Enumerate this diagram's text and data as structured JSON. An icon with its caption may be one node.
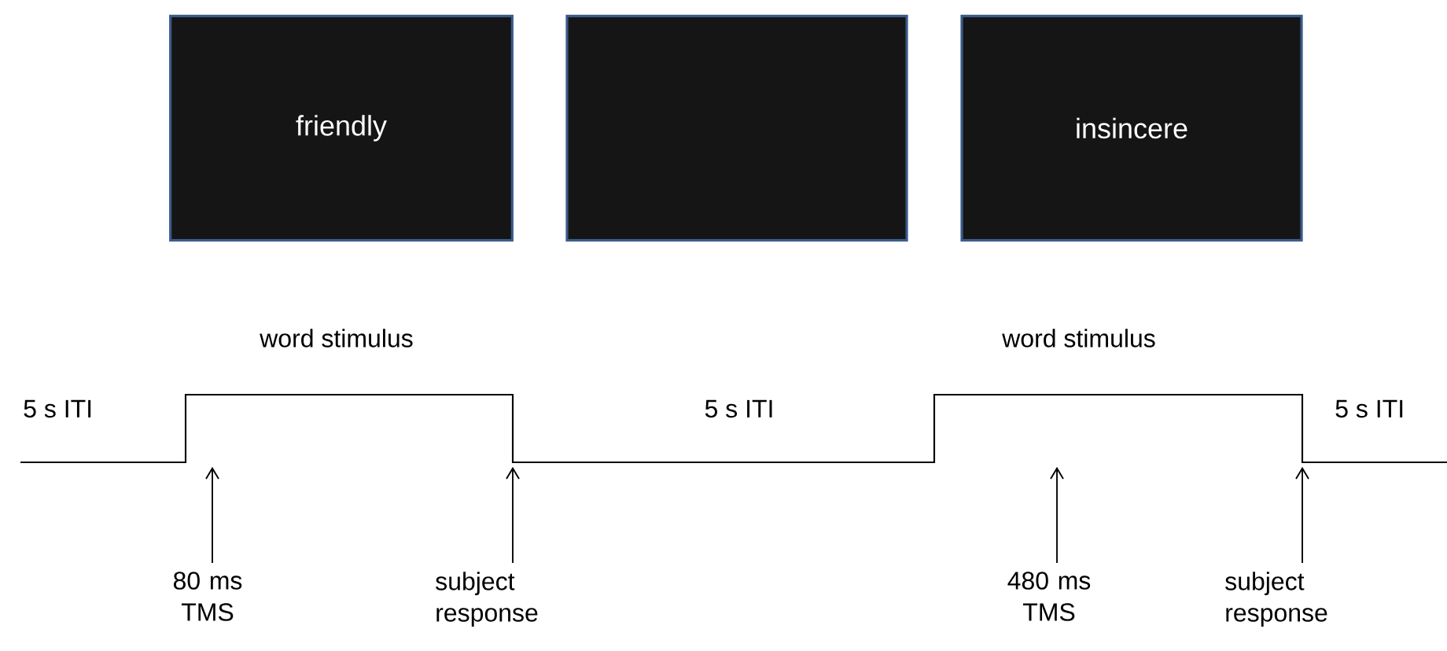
{
  "diagram": {
    "nodes": [
      {
        "text": [
          "friendly"
        ]
      },
      {
        "text": [],
        "shape": "box"
      },
      {
        "text": [
          "insincere"
        ]
      },
      {
        "text": [
          "80 ms TMS"
        ]
      },
      {
        "text": [
          "subject response"
        ]
      },
      {
        "text": [
          "480 ms TMS"
        ]
      },
      {
        "text": [
          "subject response"
        ]
      },
      {
        "text": [],
        "shape": "line"
      }
    ],
    "edges": [
      {
        "from": 3,
        "to": 7,
        "arrow": "to"
      },
      {
        "from": 4,
        "to": 7,
        "arrow": "to"
      },
      {
        "from": 5,
        "to": 7,
        "arrow": "to"
      },
      {
        "from": 6,
        "to": 7,
        "arrow": "to"
      }
    ],
    "labels": [
      "word stimulus",
      "word stimulus",
      "5 s ITI",
      "5 s ITI",
      "5 s ITI"
    ]
  }
}
